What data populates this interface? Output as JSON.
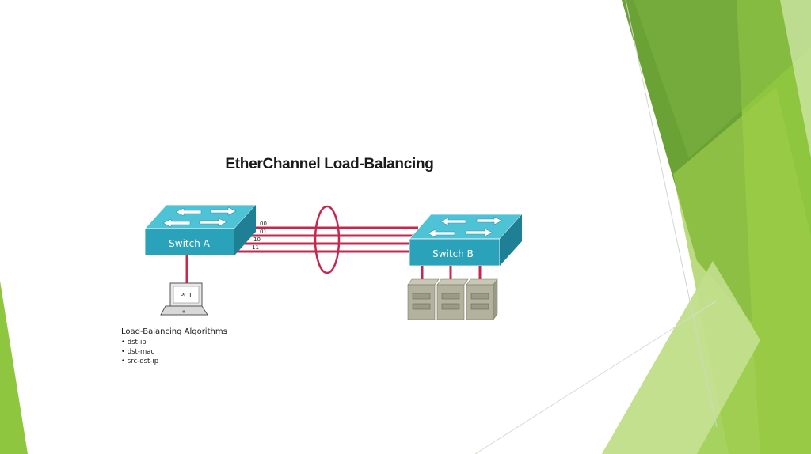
{
  "title": "EtherChannel Load-Balancing",
  "switch_a": {
    "label": "Switch A"
  },
  "switch_b": {
    "label": "Switch B"
  },
  "links": [
    "00",
    "01",
    "10",
    "11"
  ],
  "pc": {
    "label": "PC1"
  },
  "algorithms": {
    "heading": "Load-Balancing Algorithms",
    "items": [
      "• dst-ip",
      "• dst-mac",
      "• src-dst-ip"
    ]
  },
  "colors": {
    "switch_top": "#4fc3d6",
    "switch_front": "#2aa2ba",
    "switch_side": "#1f7f94",
    "link": "#c4284f",
    "server": "#b2b29e",
    "green_dark": "#5d9c2f",
    "green_light": "#9ccc4a"
  }
}
